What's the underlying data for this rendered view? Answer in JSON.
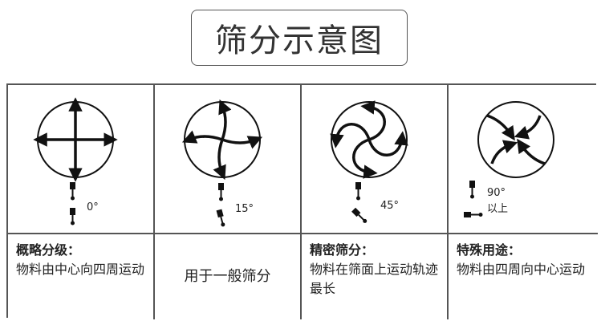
{
  "title": "筛分示意图",
  "panels": [
    {
      "angle": "0°",
      "heading": "概略分级：",
      "description": "物料由中心向四周运动"
    },
    {
      "angle": "15°",
      "heading": "",
      "description": "用于一般筛分"
    },
    {
      "angle": "45°",
      "heading": "精密筛分：",
      "description": "物料在筛面上运动轨迹最长"
    },
    {
      "angle_value": "90°",
      "angle_suffix": "以上",
      "heading": "特殊用途：",
      "description": "物料由四周向中心运动"
    }
  ],
  "colors": {
    "ink": "#111111",
    "border": "#555555"
  }
}
